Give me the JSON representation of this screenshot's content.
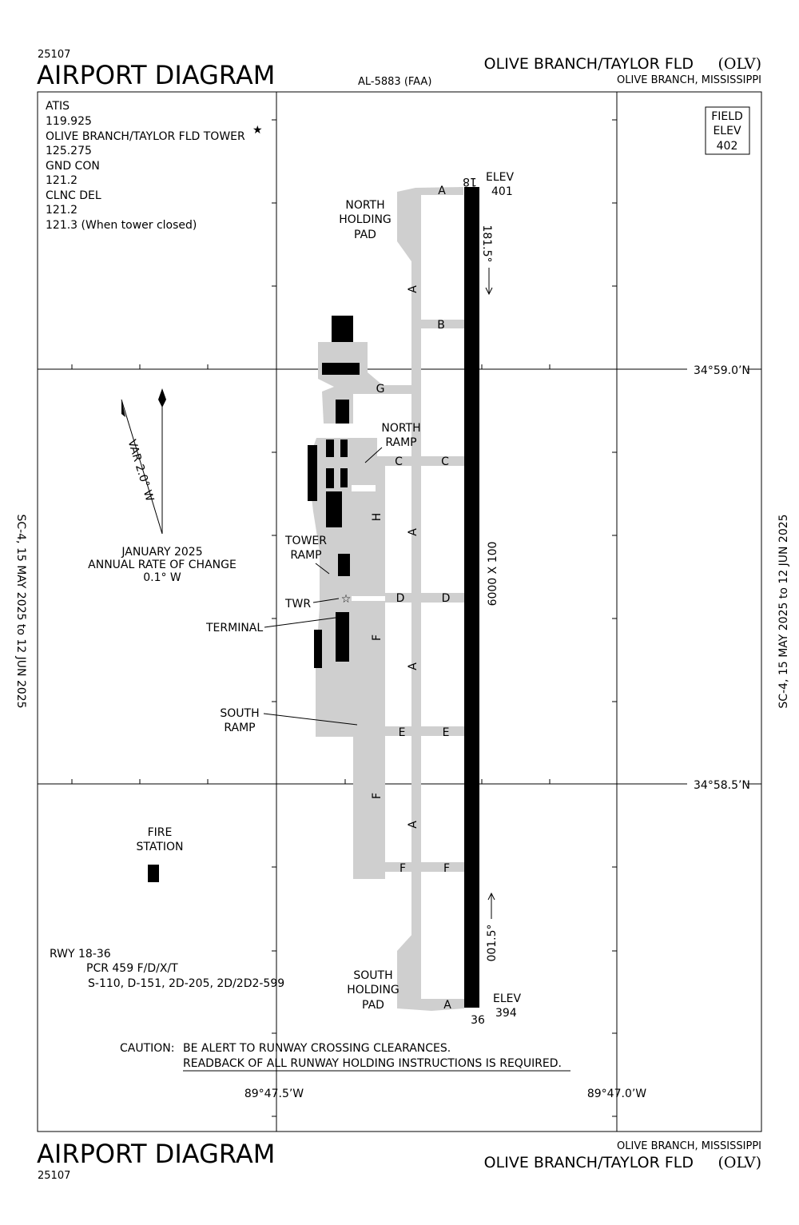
{
  "header": {
    "chart_number": "25107",
    "title": "AIRPORT DIAGRAM",
    "chart_id": "AL-5883 (FAA)",
    "airport_name": "OLIVE BRANCH/TAYLOR FLD",
    "airport_code": "(OLV)",
    "location": "OLIVE BRANCH, MISSISSIPPI"
  },
  "footer": {
    "chart_number": "25107",
    "title": "AIRPORT DIAGRAM",
    "airport_name": "OLIVE BRANCH/TAYLOR FLD",
    "airport_code": "(OLV)",
    "location": "OLIVE BRANCH, MISSISSIPPI"
  },
  "side_text": "SC-4,  15 MAY 2025  to  12 JUN 2025",
  "frequencies": [
    "ATIS",
    "119.925",
    "OLIVE BRANCH/TAYLOR FLD TOWER",
    "125.275",
    "GND CON",
    "121.2",
    "CLNC DEL",
    "121.2",
    "121.3 (When tower closed)"
  ],
  "tower_star": "★",
  "field_elev": {
    "line1": "FIELD",
    "line2": "ELEV",
    "value": "402"
  },
  "runway": {
    "north_end": "18",
    "south_end": "36",
    "north_elev_label": "ELEV",
    "north_elev": "401",
    "south_elev_label": "ELEV",
    "south_elev": "394",
    "north_heading": "181.5°",
    "south_heading": "001.5°",
    "dimensions": "6000 X 100"
  },
  "labels": {
    "north_holding_pad": [
      "NORTH",
      "HOLDING",
      "PAD"
    ],
    "south_holding_pad": [
      "SOUTH",
      "HOLDING",
      "PAD"
    ],
    "north_ramp": [
      "NORTH",
      "RAMP"
    ],
    "tower_ramp": [
      "TOWER",
      "RAMP"
    ],
    "south_ramp": [
      "SOUTH",
      "RAMP"
    ],
    "twr": "TWR",
    "terminal": "TERMINAL",
    "fire_station": [
      "FIRE",
      "STATION"
    ]
  },
  "taxiways": [
    "A",
    "B",
    "G",
    "C",
    "C",
    "H",
    "A",
    "D",
    "D",
    "F",
    "A",
    "E",
    "E",
    "F",
    "A",
    "F",
    "F",
    "A"
  ],
  "magnetic": {
    "variation": "VAR 2.0° W",
    "date": "JANUARY 2025",
    "rate_label": "ANNUAL RATE OF CHANGE",
    "rate": "0.1° W"
  },
  "coordinates": {
    "lat1": "34°59.0’N",
    "lat2": "34°58.5’N",
    "lon1": "89°47.5’W",
    "lon2": "89°47.0’W"
  },
  "runway_info": {
    "title": "RWY 18-36",
    "pcr": "PCR 459 F/D/X/T",
    "weights": "S-110, D-151, 2D-205, 2D/2D2-599"
  },
  "caution": {
    "label": "CAUTION:",
    "line1": "BE ALERT TO RUNWAY CROSSING CLEARANCES.",
    "line2": "READBACK OF ALL RUNWAY HOLDING INSTRUCTIONS IS REQUIRED."
  }
}
